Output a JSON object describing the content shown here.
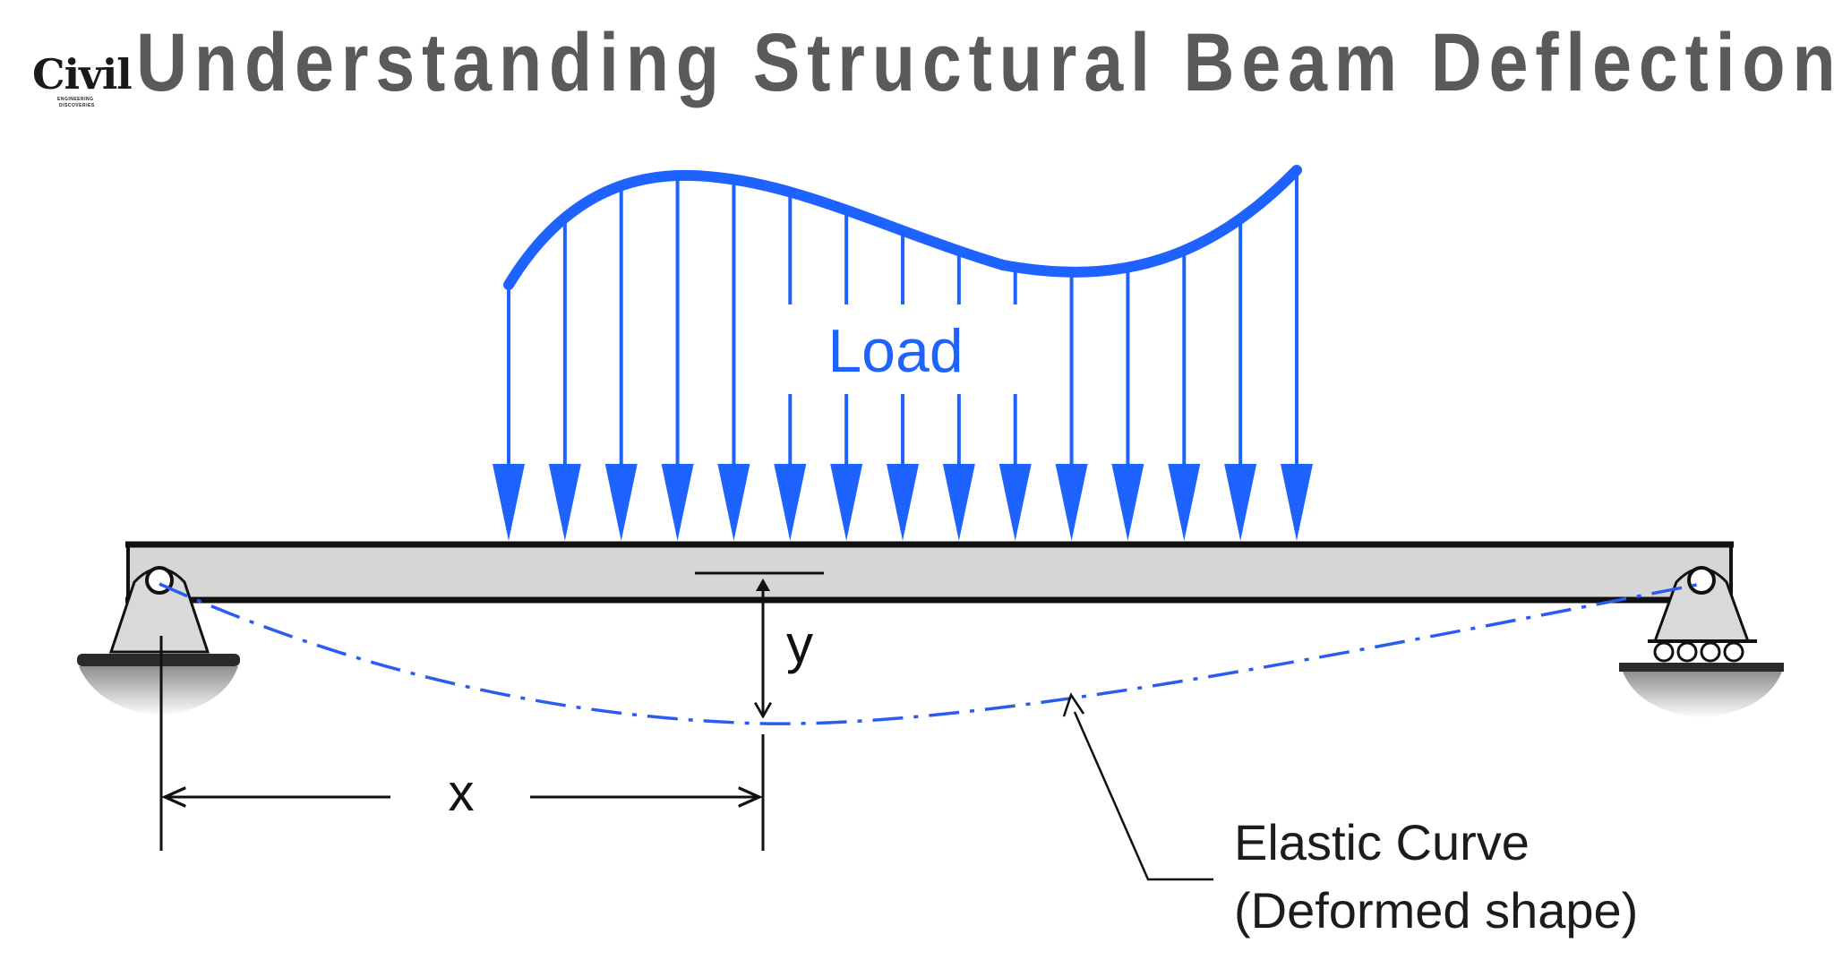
{
  "header": {
    "title": "Understanding Structural Beam Deflection",
    "logo": {
      "main": "Civil",
      "line1": "ENGINEERING",
      "line2": "DISCOVERIES"
    }
  },
  "diagram": {
    "load_label": "Load",
    "deflection_label": "y",
    "distance_label": "x",
    "curve_label_line1": "Elastic Curve",
    "curve_label_line2": "(Deformed shape)",
    "arrow_count": 15,
    "colors": {
      "load": "#1e63ff",
      "curve": "#2a5cf0",
      "beam_fill": "#d6d6d6",
      "beam_edge": "#111111",
      "support_fill": "#d9d9d9",
      "title": "#5a5a5a"
    },
    "icons": [
      "pin-support-icon",
      "roller-support-icon",
      "load-arrow-icon"
    ]
  }
}
